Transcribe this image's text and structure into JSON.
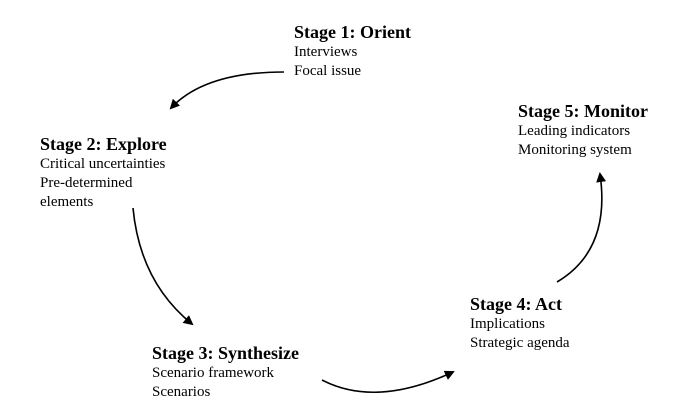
{
  "stages": [
    {
      "title": "Stage 1: Orient",
      "items": [
        "Interviews",
        "Focal issue"
      ]
    },
    {
      "title": "Stage 2: Explore",
      "items": [
        "Critical uncertainties",
        "Pre-determined",
        "elements"
      ]
    },
    {
      "title": "Stage 3: Synthesize",
      "items": [
        "Scenario framework",
        "Scenarios"
      ]
    },
    {
      "title": "Stage 4: Act",
      "items": [
        "Implications",
        "Strategic agenda"
      ]
    },
    {
      "title": "Stage 5: Monitor",
      "items": [
        "Leading indicators",
        "Monitoring system"
      ]
    }
  ],
  "colors": {
    "text": "#000000",
    "arrow": "#000000",
    "background": "#ffffff"
  }
}
